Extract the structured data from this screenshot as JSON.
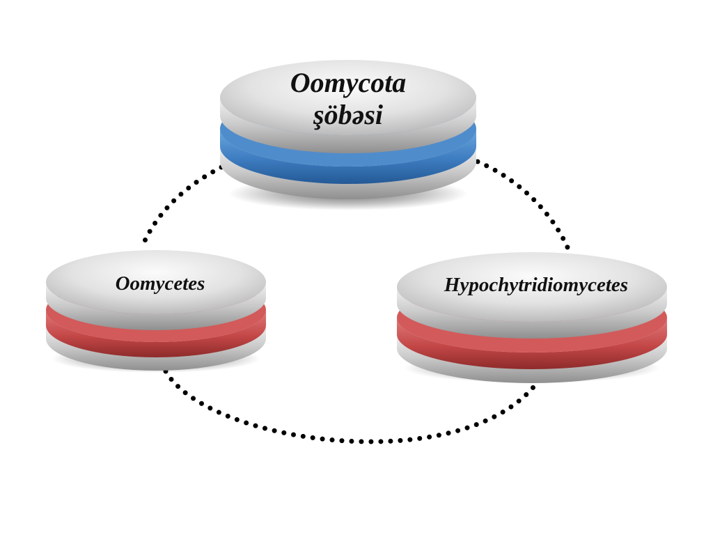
{
  "diagram": {
    "nodes": [
      {
        "id": "top",
        "lines": [
          "Oomycota",
          "şöbəsi"
        ],
        "band_color": "#3f7fc4"
      },
      {
        "id": "left",
        "lines": [
          "Oomycetes"
        ],
        "band_color": "#c74a4a"
      },
      {
        "id": "right",
        "lines": [
          "Hypochytridiomycetes"
        ],
        "band_color": "#c74a4a"
      }
    ],
    "connector_style": "dotted",
    "connector_color": "#000000"
  }
}
